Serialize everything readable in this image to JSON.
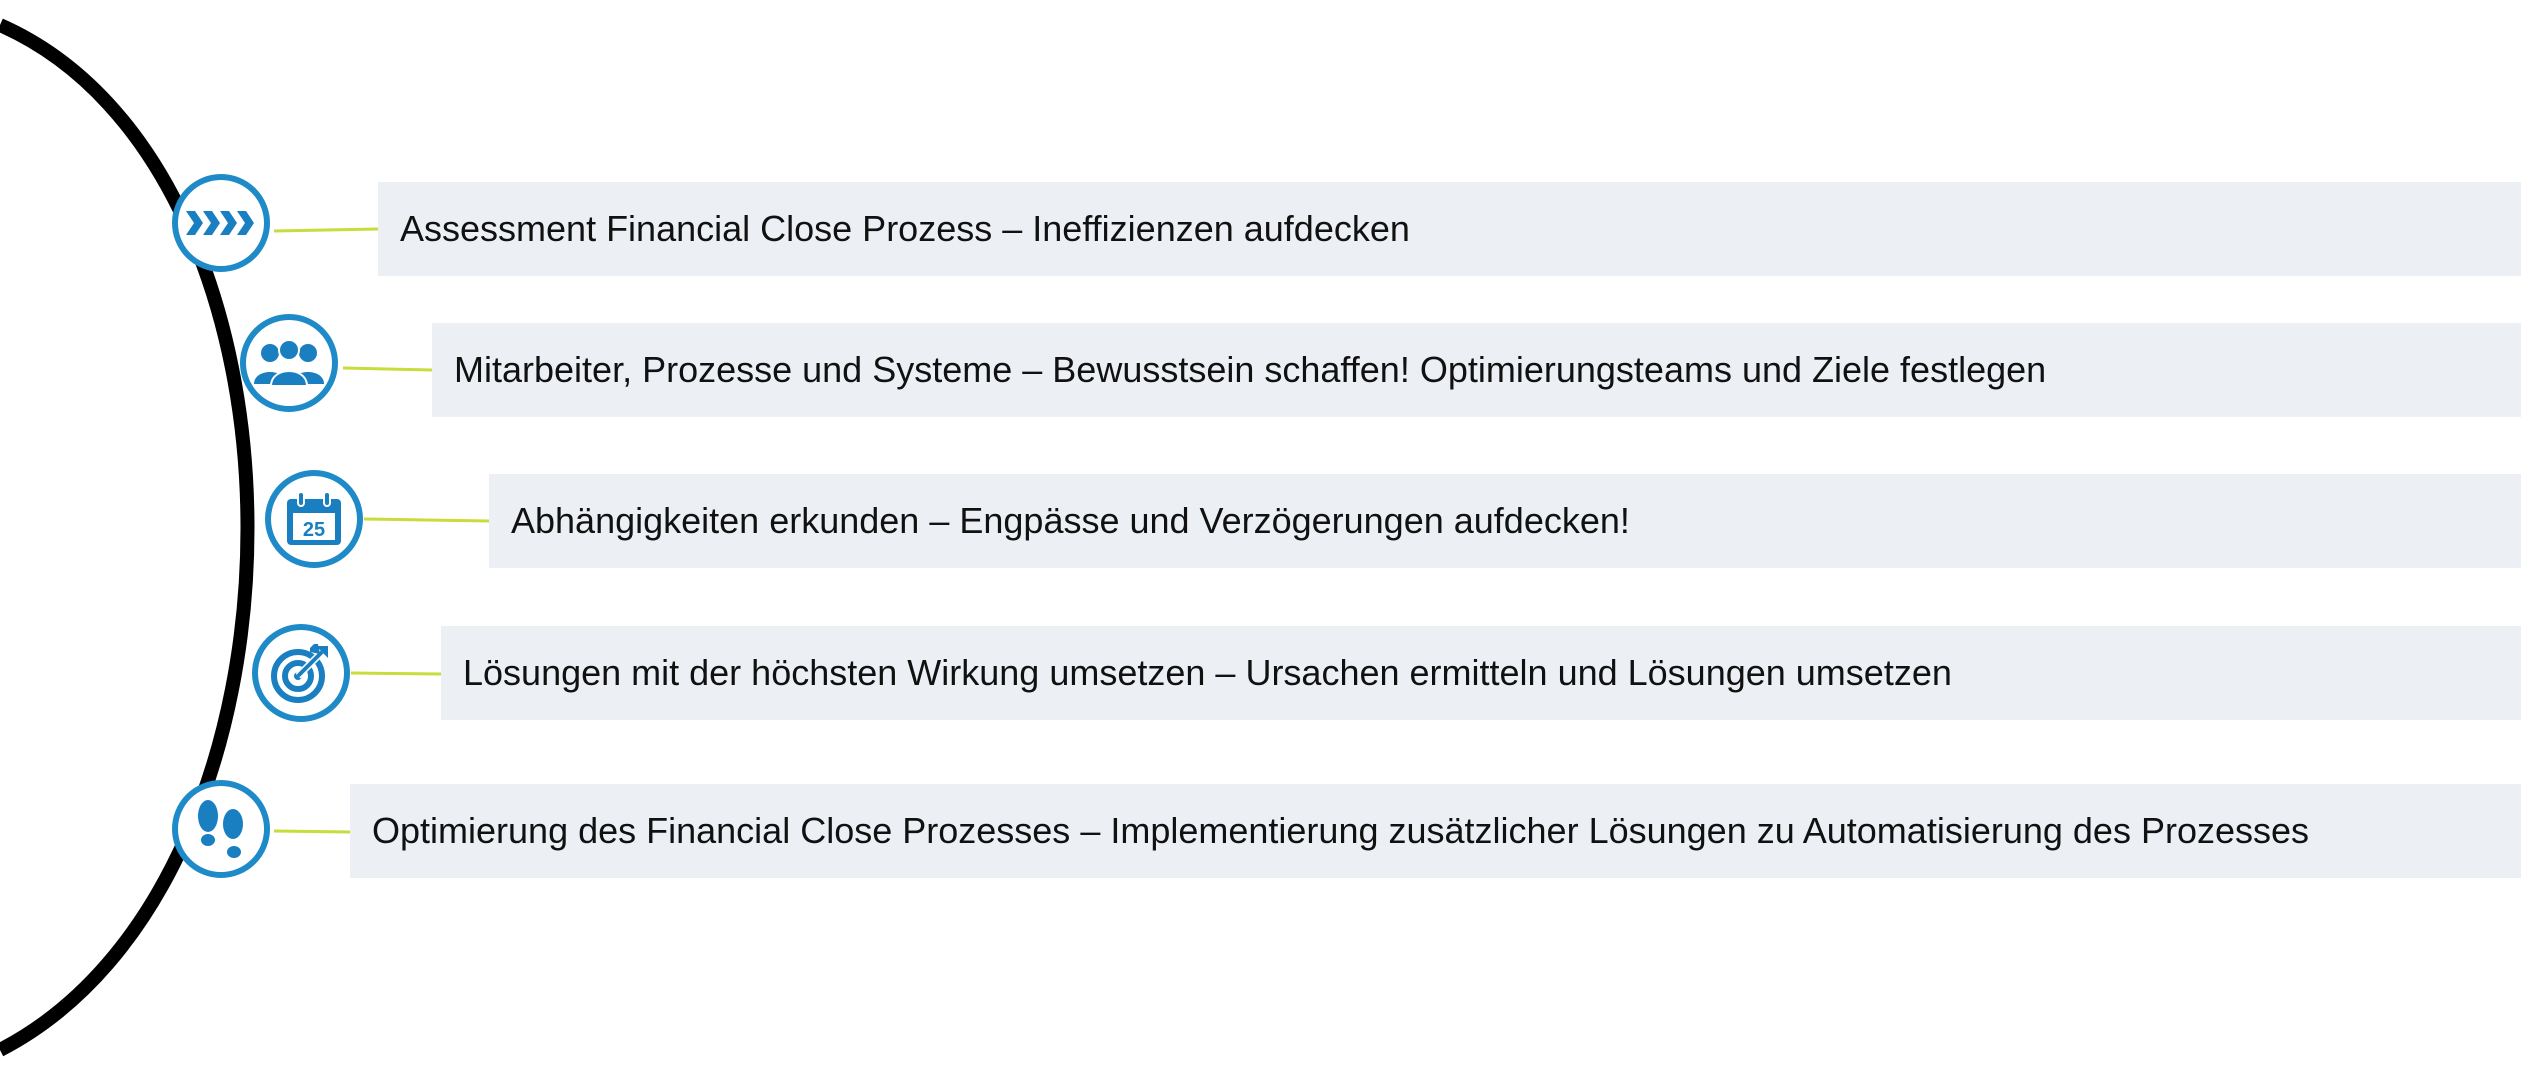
{
  "colors": {
    "arc": "#000000",
    "node_border": "#1f8ac8",
    "icon": "#1a7fc0",
    "connector": "#c8dc3c",
    "bar_bg": "#ecf0f5",
    "text": "#111111"
  },
  "steps": [
    {
      "icon": "chevrons-forward-icon",
      "title": "Assessment Financial Close Prozess",
      "detail": "– Ineffizienzen aufdecken"
    },
    {
      "icon": "people-group-icon",
      "title": "Mitarbeiter, Prozesse und Systeme",
      "detail": "– Bewusstsein schaffen! Optimierungsteams und Ziele festlegen"
    },
    {
      "icon": "calendar-icon",
      "calendar_day": "25",
      "title": "Abhängigkeiten erkunden",
      "detail": "– Engpässe und Verzögerungen aufdecken!"
    },
    {
      "icon": "target-arrow-icon",
      "title": "Lösungen mit der höchsten Wirkung umsetzen",
      "detail": "– Ursachen ermitteln und Lösungen umsetzen"
    },
    {
      "icon": "footprints-icon",
      "title": "Optimierung des Financial Close Prozesses",
      "detail": "– Implementierung zusätzlicher Lösungen zu Automatisierung des Prozesses"
    }
  ]
}
